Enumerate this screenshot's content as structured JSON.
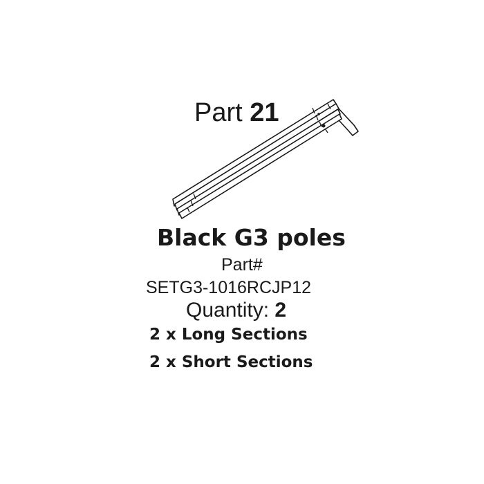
{
  "part": {
    "label": "Part",
    "number": "21"
  },
  "product": {
    "name": "Black G3 poles",
    "part_label": "Part#",
    "sku": "SETG3-1016RCJP12",
    "quantity_label": "Quantity:",
    "quantity": "2"
  },
  "sections": [
    "2 x Long Sections",
    "2 x Short Sections"
  ],
  "illustration": {
    "icon": "bundled-tent-poles-icon",
    "color": "#1a1a1a"
  }
}
